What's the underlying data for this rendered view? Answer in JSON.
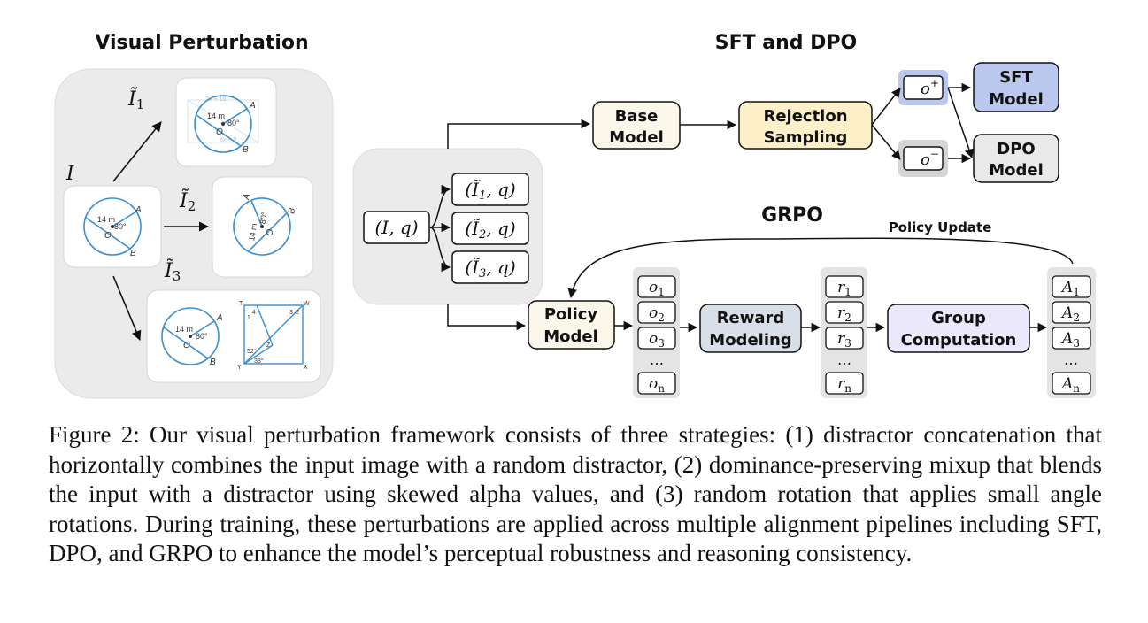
{
  "headers": {
    "visual_perturbation": "Visual Perturbation",
    "sft_dpo": "SFT and DPO",
    "grpo": "GRPO",
    "policy_update": "Policy Update"
  },
  "perturbation": {
    "input_label": "I",
    "variant_labels": [
      "Ĩ",
      "Ĩ",
      "Ĩ"
    ],
    "variant_subscripts": [
      "1",
      "2",
      "3"
    ],
    "geometry": {
      "length_label": "14 m",
      "angle_label": "80°",
      "center_label": "O",
      "point_a": "A",
      "point_b": "B",
      "distractor_text": [
        "2x + 16",
        "3x + 9"
      ],
      "square_labels": {
        "t": "T",
        "w": "W",
        "y": "Y",
        "x": "X",
        "z": "Z",
        "n4": "4",
        "n3": "3",
        "n2": "2",
        "n1": "1",
        "a52": "52°",
        "a38": "38°"
      }
    }
  },
  "inputs": {
    "pair": "(I, q)",
    "perturbed_pairs": [
      {
        "base": "(Ĩ",
        "sub": "1",
        "tail": ", q)"
      },
      {
        "base": "(Ĩ",
        "sub": "2",
        "tail": ", q)"
      },
      {
        "base": "(Ĩ",
        "sub": "3",
        "tail": ", q)"
      }
    ]
  },
  "sft_dpo": {
    "base_model": [
      "Base",
      "Model"
    ],
    "rejection_sampling": [
      "Rejection",
      "Sampling"
    ],
    "o_plus": {
      "base": "o",
      "sup": "+"
    },
    "o_minus": {
      "base": "o",
      "sup": "−"
    },
    "sft_model": [
      "SFT",
      "Model"
    ],
    "dpo_model": [
      "DPO",
      "Model"
    ]
  },
  "grpo": {
    "policy_model": [
      "Policy",
      "Model"
    ],
    "reward_modeling": [
      "Reward",
      "Modeling"
    ],
    "group_computation": [
      "Group",
      "Computation"
    ],
    "outputs": [
      {
        "b": "o",
        "s": "1"
      },
      {
        "b": "o",
        "s": "2"
      },
      {
        "b": "o",
        "s": "3"
      },
      {
        "b": "…",
        "s": ""
      },
      {
        "b": "o",
        "s": "n"
      }
    ],
    "rewards": [
      {
        "b": "r",
        "s": "1"
      },
      {
        "b": "r",
        "s": "2"
      },
      {
        "b": "r",
        "s": "3"
      },
      {
        "b": "…",
        "s": ""
      },
      {
        "b": "r",
        "s": "n"
      }
    ],
    "advantages": [
      {
        "b": "A",
        "s": "1"
      },
      {
        "b": "A",
        "s": "2"
      },
      {
        "b": "A",
        "s": "3"
      },
      {
        "b": "…",
        "s": ""
      },
      {
        "b": "A",
        "s": "n"
      }
    ]
  },
  "colors": {
    "panel_gray": "#ebebeb",
    "cream": "#fbf6ea",
    "yellow": "#fdf0c8",
    "blue": "#b9c8ec",
    "light_gray": "#e9e9e9",
    "slate": "#d9dfe8",
    "lavender": "#ece8fb",
    "geometry_blue": "#3b8fd0"
  },
  "caption": "Figure 2: Our visual perturbation framework consists of three strategies: (1) distractor concatenation that horizontally combines the input image with a random distractor, (2) dominance-preserving mixup that blends the input with a distractor using skewed alpha values, and (3) random rotation that applies small angle rotations. During training, these perturbations are applied across multiple alignment pipelines including SFT, DPO, and GRPO to enhance the model’s perceptual robustness and reasoning consistency."
}
